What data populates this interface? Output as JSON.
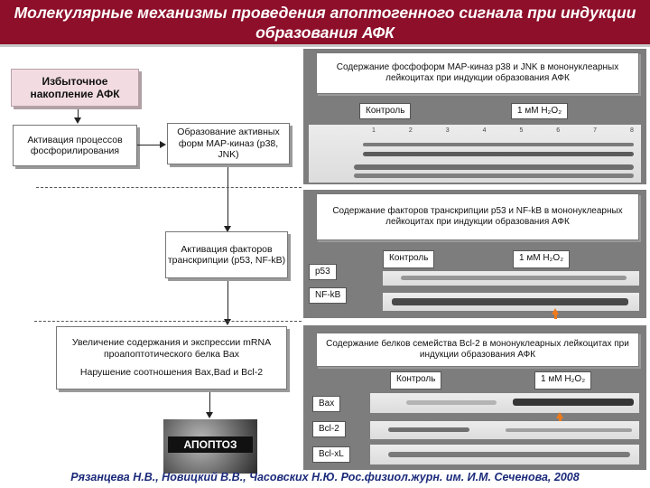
{
  "title": "Молекулярные механизмы проведения апоптогенного сигнала при индукции образования АФК",
  "flow": {
    "accumulation": "Избыточное накопление АФК",
    "phosphorylation": "Активация процессов фосфорилирования",
    "map_kinase": "Образование активных форм MAP-киназ (p38, JNK)",
    "transcription": "Активация факторов транскрипции (p53, NF-kB)",
    "bax_line1": "Увеличение содержания и экспрессии mRNA проапоптотического белка Bax",
    "bax_line2": "Нарушение соотношения Bax,Bad и Bcl-2",
    "apoptosis": "АПОПТОЗ"
  },
  "panels": {
    "p1_caption": "Содержание фосфоформ MAP-киназ p38 и JNK в мононуклеарных лейкоцитах при индукции образования АФК",
    "p2_caption": "Содержание факторов транскрипции p53 и NF-kB в мононуклеарных лейкоцитах при индукции образования АФК",
    "p3_caption": "Содержание белков семейства Bcl-2 в мононуклеарных лейкоцитах при индукции образования АФК",
    "control": "Контроль",
    "h2o2": "1 мМ H₂O₂",
    "lane_numbers": [
      "1",
      "2",
      "3",
      "4",
      "5",
      "6",
      "7",
      "8"
    ],
    "p53": "p53",
    "nfkb": "NF-kB",
    "bax": "Bax",
    "bcl2": "Bcl-2",
    "bclxl": "Bcl-xL"
  },
  "citation": "Рязанцева Н.В., Новицкий В.В., Часовских Н.Ю. Рос.физиол.журн. им. И.М. Сеченова, 2008",
  "colors": {
    "title_bg": "#8e0f2a",
    "accent_box": "#f2dce2",
    "panel_bg": "#7d7d7d",
    "arrow_up": "#f07a1a",
    "citation": "#1b2a7a"
  }
}
